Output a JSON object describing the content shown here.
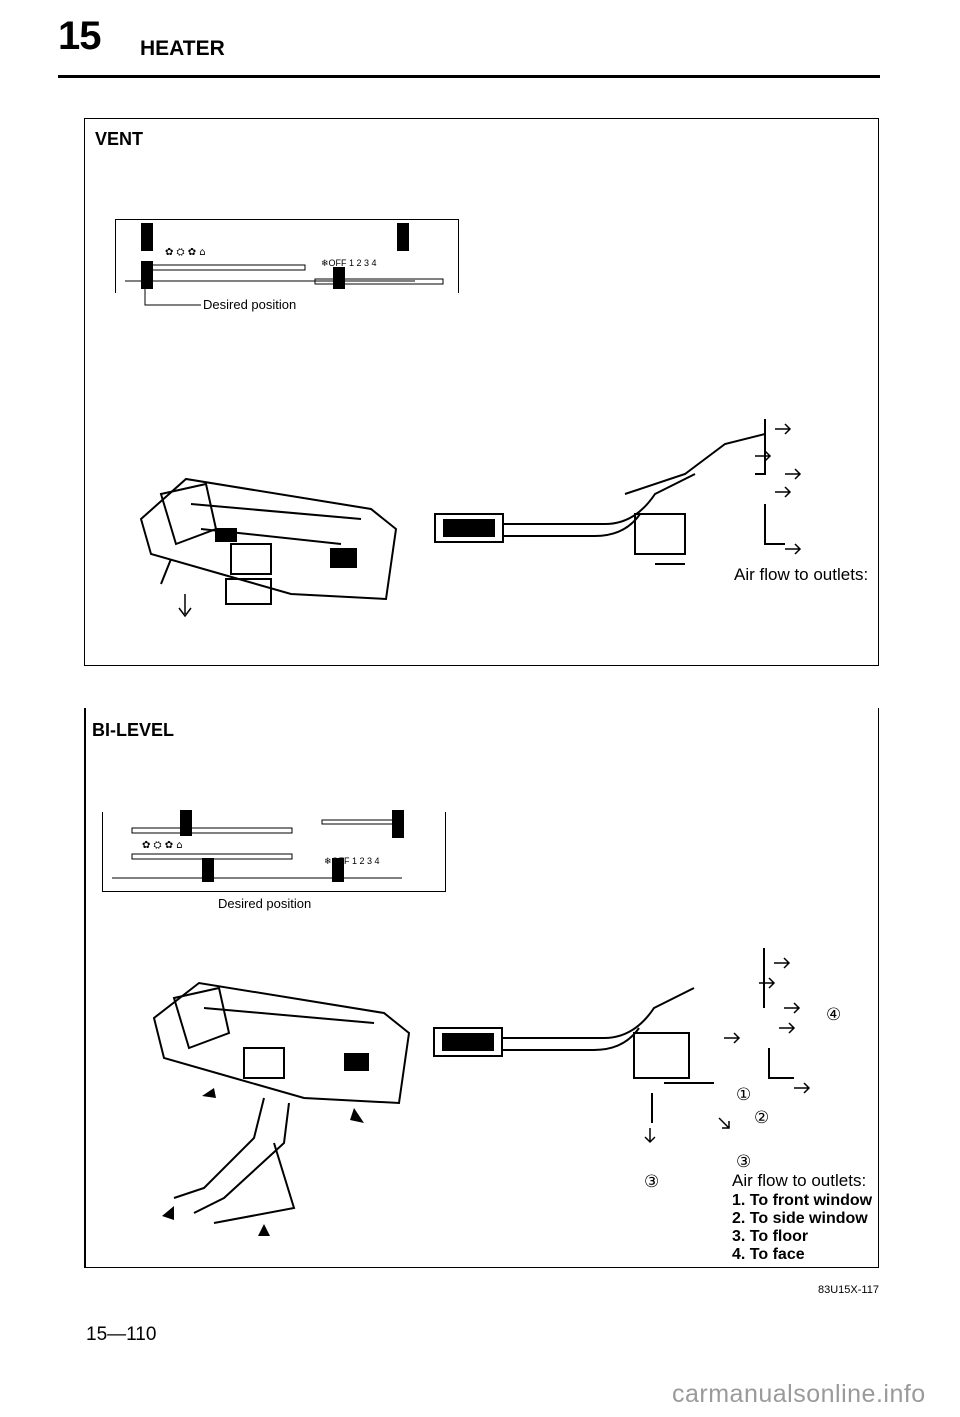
{
  "header": {
    "section_number": "15",
    "title": "HEATER"
  },
  "vent": {
    "title": "VENT",
    "desired_position": "Desired position",
    "airflow_caption": "Air flow to outlets:",
    "fan_scale": "❄OFF 1  2  3  4"
  },
  "bilevel": {
    "title": "BI-LEVEL",
    "desired_position": "Desired position",
    "airflow_caption": "Air flow to outlets:",
    "fan_scale": "❄OFF 1  2  3  4",
    "outlets": [
      "1. To front window",
      "2. To side window",
      "3. To floor",
      "4. To face"
    ],
    "callouts": [
      "①",
      "②",
      "③",
      "③",
      "④"
    ]
  },
  "figure_id": "83U15X-117",
  "page_number": "15—110",
  "watermark": "carmanualsonline.info"
}
